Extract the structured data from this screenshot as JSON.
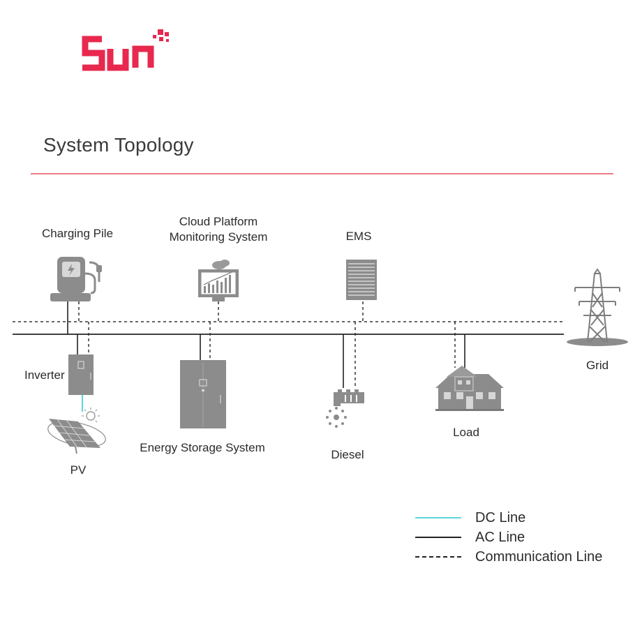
{
  "brand": {
    "name": "Sun",
    "color": "#e8284e"
  },
  "title": "System Topology",
  "nodes": {
    "charging_pile": "Charging Pile",
    "cloud_platform_line1": "Cloud Platform",
    "cloud_platform_line2": "Monitoring System",
    "ems": "EMS",
    "grid": "Grid",
    "inverter": "Inverter",
    "pv": "PV",
    "energy_storage": "Energy Storage System",
    "diesel": "Diesel",
    "load": "Load"
  },
  "legend": [
    {
      "label": "DC Line",
      "style": "dc",
      "color": "#5bd6db"
    },
    {
      "label": "AC Line",
      "style": "ac",
      "color": "#222222"
    },
    {
      "label": "Communication Line",
      "style": "comm",
      "color": "#222222"
    }
  ],
  "colors": {
    "accent_rule": "#f07a86",
    "icon_gray": "#8a8a8a"
  },
  "icons": [
    "charging-pile-icon",
    "monitor-chart-icon",
    "server-rack-icon",
    "transmission-tower-icon",
    "inverter-cabinet-icon",
    "solar-panel-icon",
    "storage-cabinet-icon",
    "diesel-generator-icon",
    "house-icon"
  ]
}
